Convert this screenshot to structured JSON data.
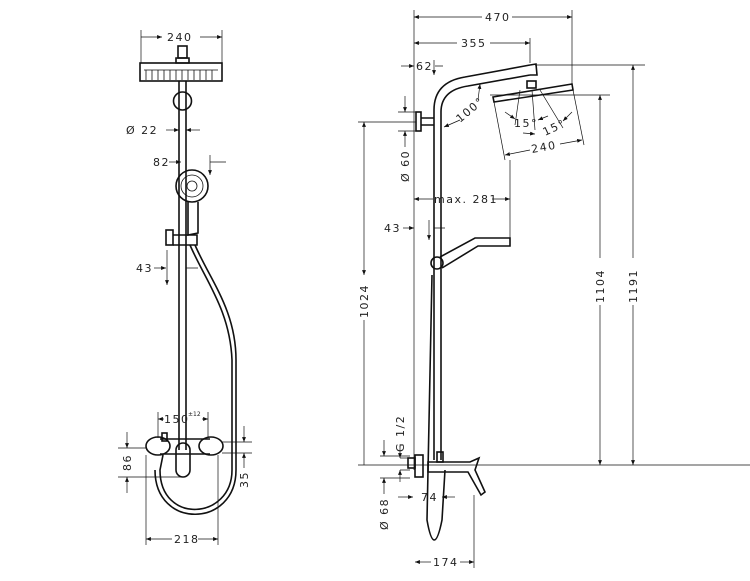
{
  "front_view": {
    "width_head": "240",
    "pipe_diameter": "Ø 22",
    "hand_shower_width": "82",
    "holder_offset": "43",
    "mixer_centers": "150",
    "mixer_centers_tolerance": "±12",
    "mixer_height": "86",
    "outlet_offset": "35",
    "mixer_width": "218"
  },
  "side_view": {
    "total_projection": "470",
    "arm_projection": "355",
    "wall_offset": "62",
    "arm_angle": "100°",
    "spray_angle_left": "15°",
    "spray_angle_right": "15°",
    "head_width": "240",
    "wall_bracket_diameter": "Ø 60",
    "hand_shower_reach": "max. 281",
    "holder_offset": "43",
    "height_bracket": "1024",
    "height_head": "1104",
    "height_total": "1191",
    "connection_thread": "G 1/2",
    "rosette_diameter": "Ø 68",
    "mixer_depth": "74",
    "mixer_projection": "174"
  }
}
